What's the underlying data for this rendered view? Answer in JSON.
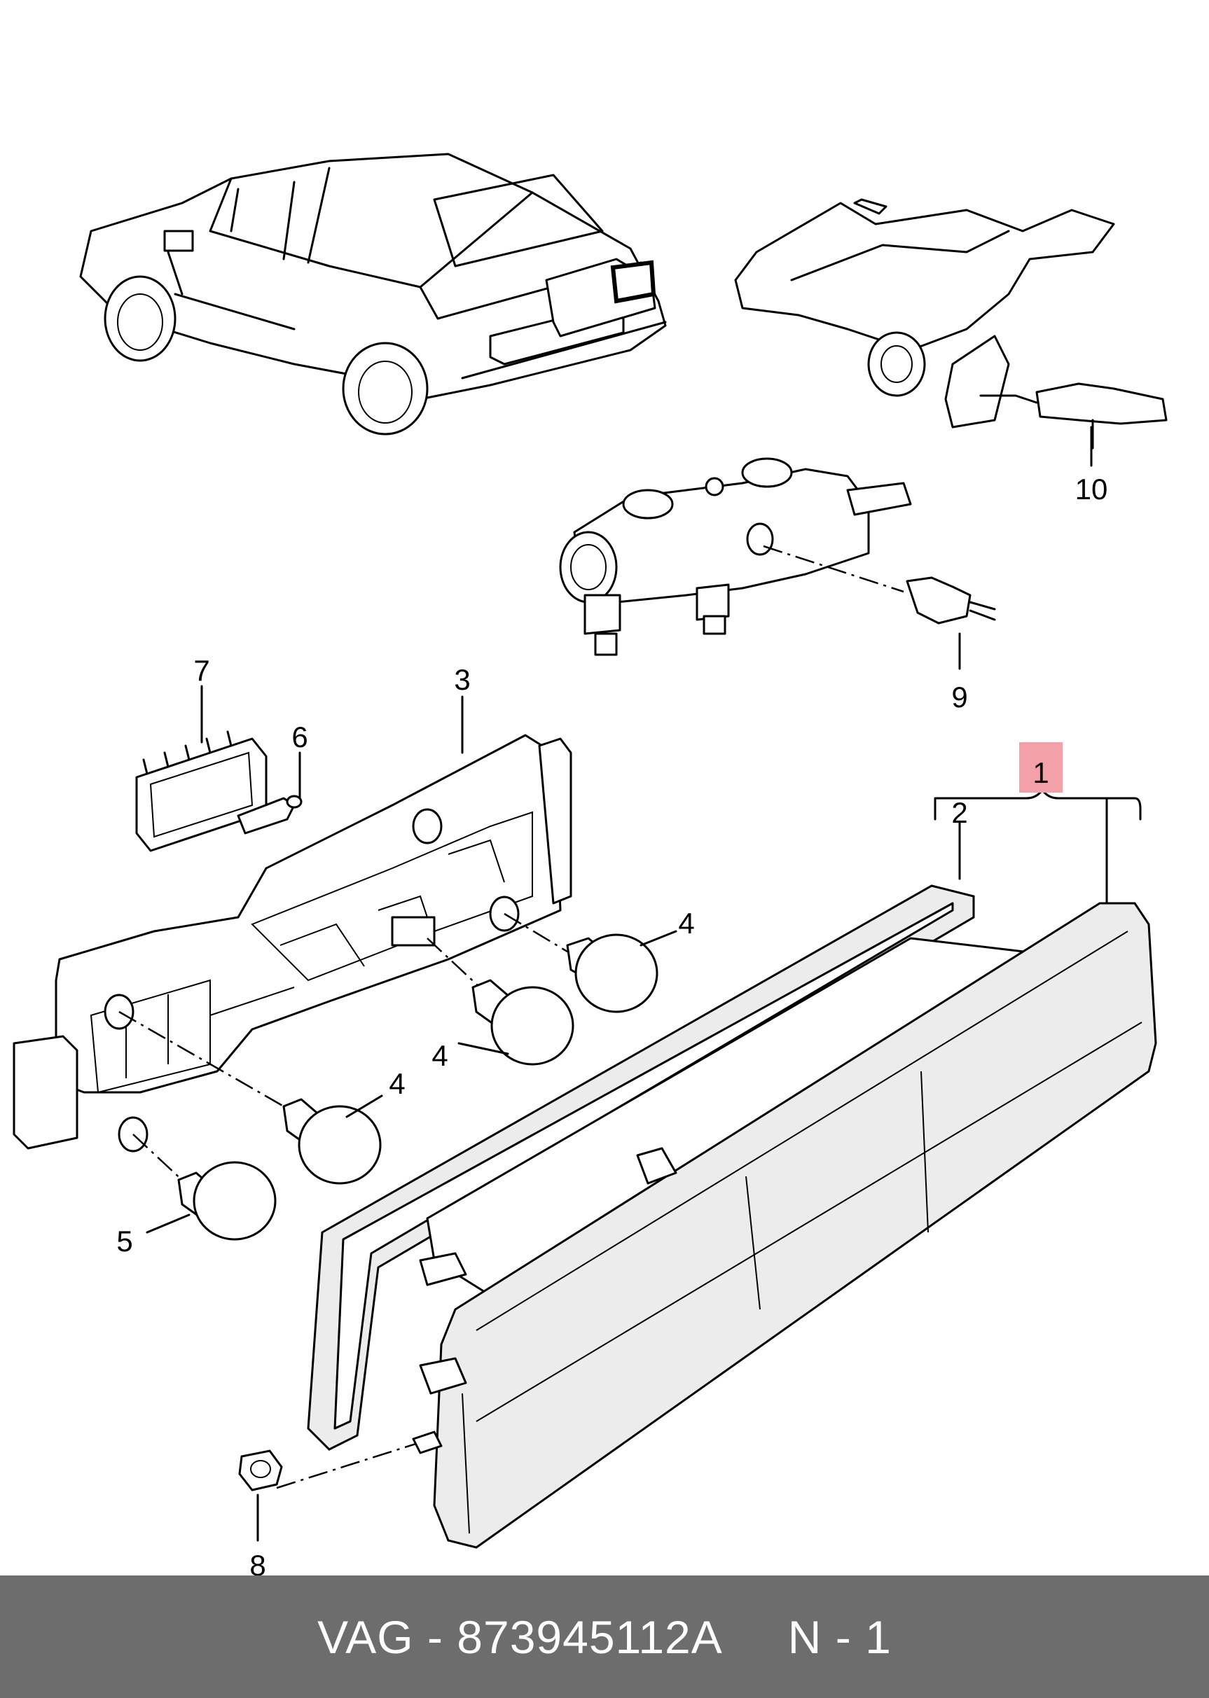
{
  "diagram": {
    "labels": {
      "p1": "1",
      "p2": "2",
      "p3": "3",
      "p4a": "4",
      "p4b": "4",
      "p4c": "4",
      "p5": "5",
      "p6": "6",
      "p7": "7",
      "p8": "8",
      "p9": "9",
      "p10": "10"
    },
    "highlight_color": "#f4a0a8"
  },
  "footer": {
    "text": "VAG - 873945112A     N - 1",
    "background": "#6d6d6d"
  }
}
